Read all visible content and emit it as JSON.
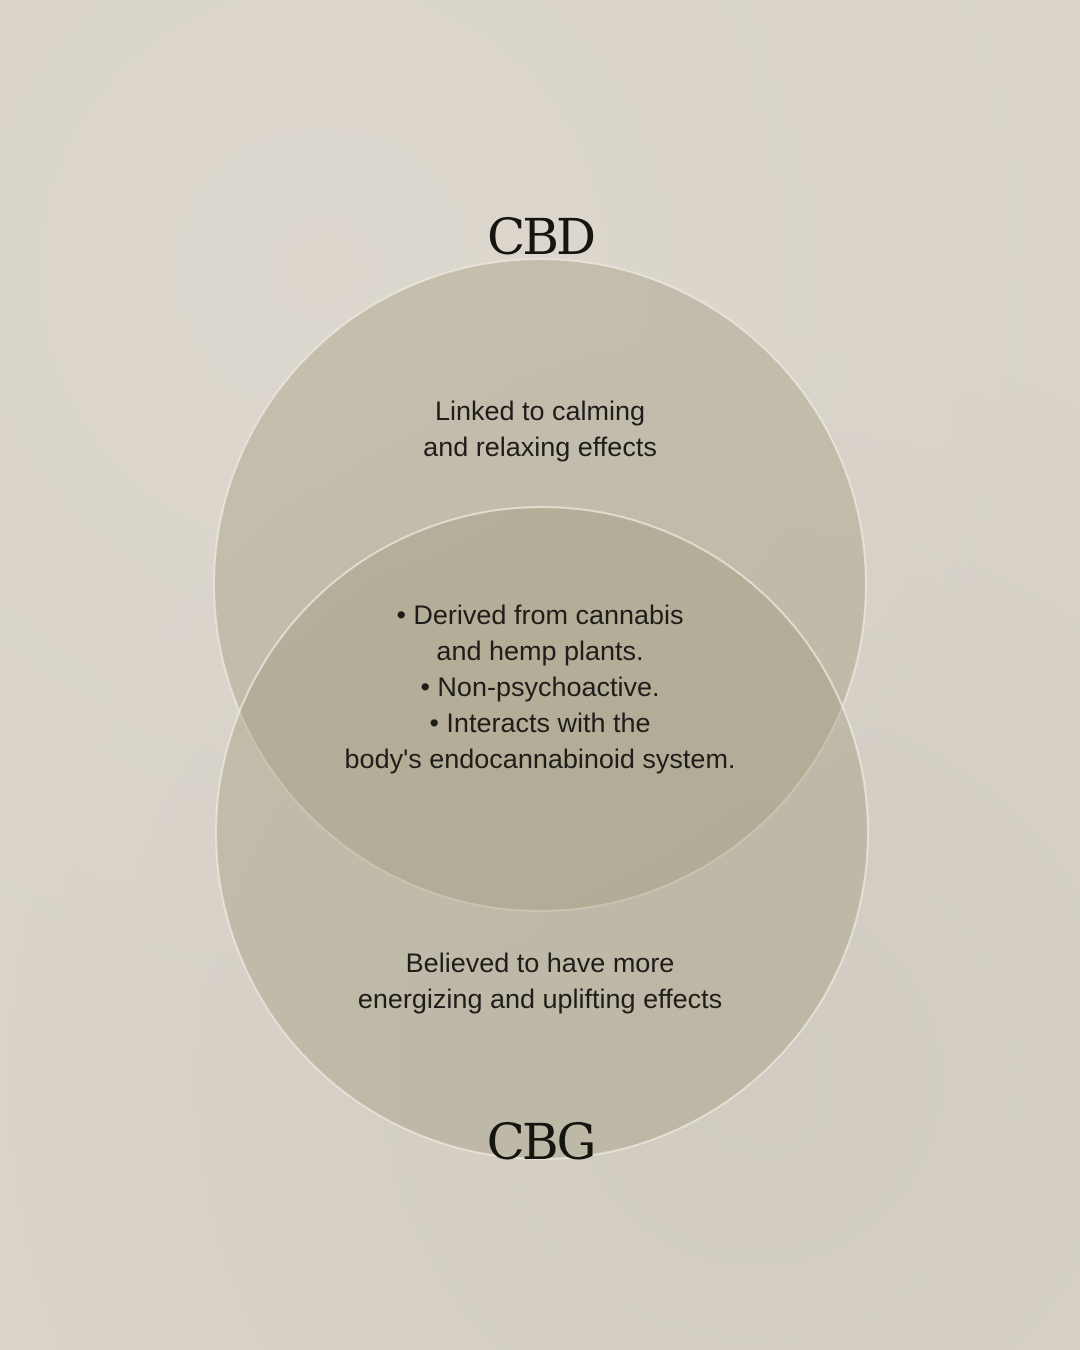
{
  "diagram": {
    "type": "venn",
    "sets": [
      {
        "name": "CBD",
        "description": [
          "Linked to calming",
          "and relaxing effects"
        ]
      },
      {
        "name": "CBG",
        "description": [
          "Believed to have more",
          "energizing and uplifting effects"
        ]
      }
    ],
    "intersection": [
      "• Derived from cannabis",
      "and hemp plants.",
      "• Non-psychoactive.",
      "• Interacts with the",
      "body's endocannabinoid system."
    ],
    "colors": {
      "background": "#d9d3c9",
      "circle_fill": "#a39c80",
      "circle_stroke": "#eee9df",
      "text": "#1f1d19"
    }
  }
}
